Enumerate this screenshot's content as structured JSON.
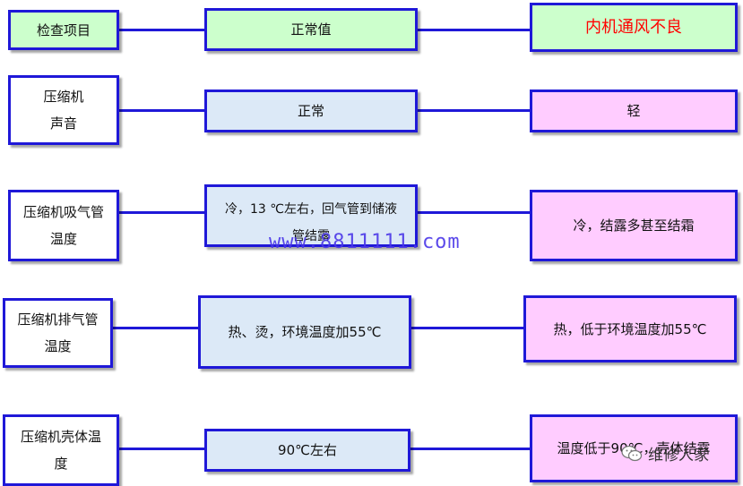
{
  "rows": [
    {
      "label": "检查项目",
      "normal": "正常值",
      "fault": "内机通风不良"
    },
    {
      "label": "压缩机\n声音",
      "normal": "正常",
      "fault": "轻"
    },
    {
      "label": "压缩机吸气管\n温度",
      "normal": "冷，13 ℃左右，回气管到储液\n管结露",
      "fault": "冷，结露多甚至结霜"
    },
    {
      "label": "压缩机排气管\n温度",
      "normal": "热、烫，环境温度加55℃",
      "fault": "热，低于环境温度加55℃"
    },
    {
      "label": "压缩机壳体温\n度",
      "normal": "90℃左右",
      "fault": "温度低于90℃，壳体结露"
    }
  ],
  "watermark": "www.8811111.com",
  "logo_text": "维修人家",
  "logo_icon": "wechat-icon"
}
